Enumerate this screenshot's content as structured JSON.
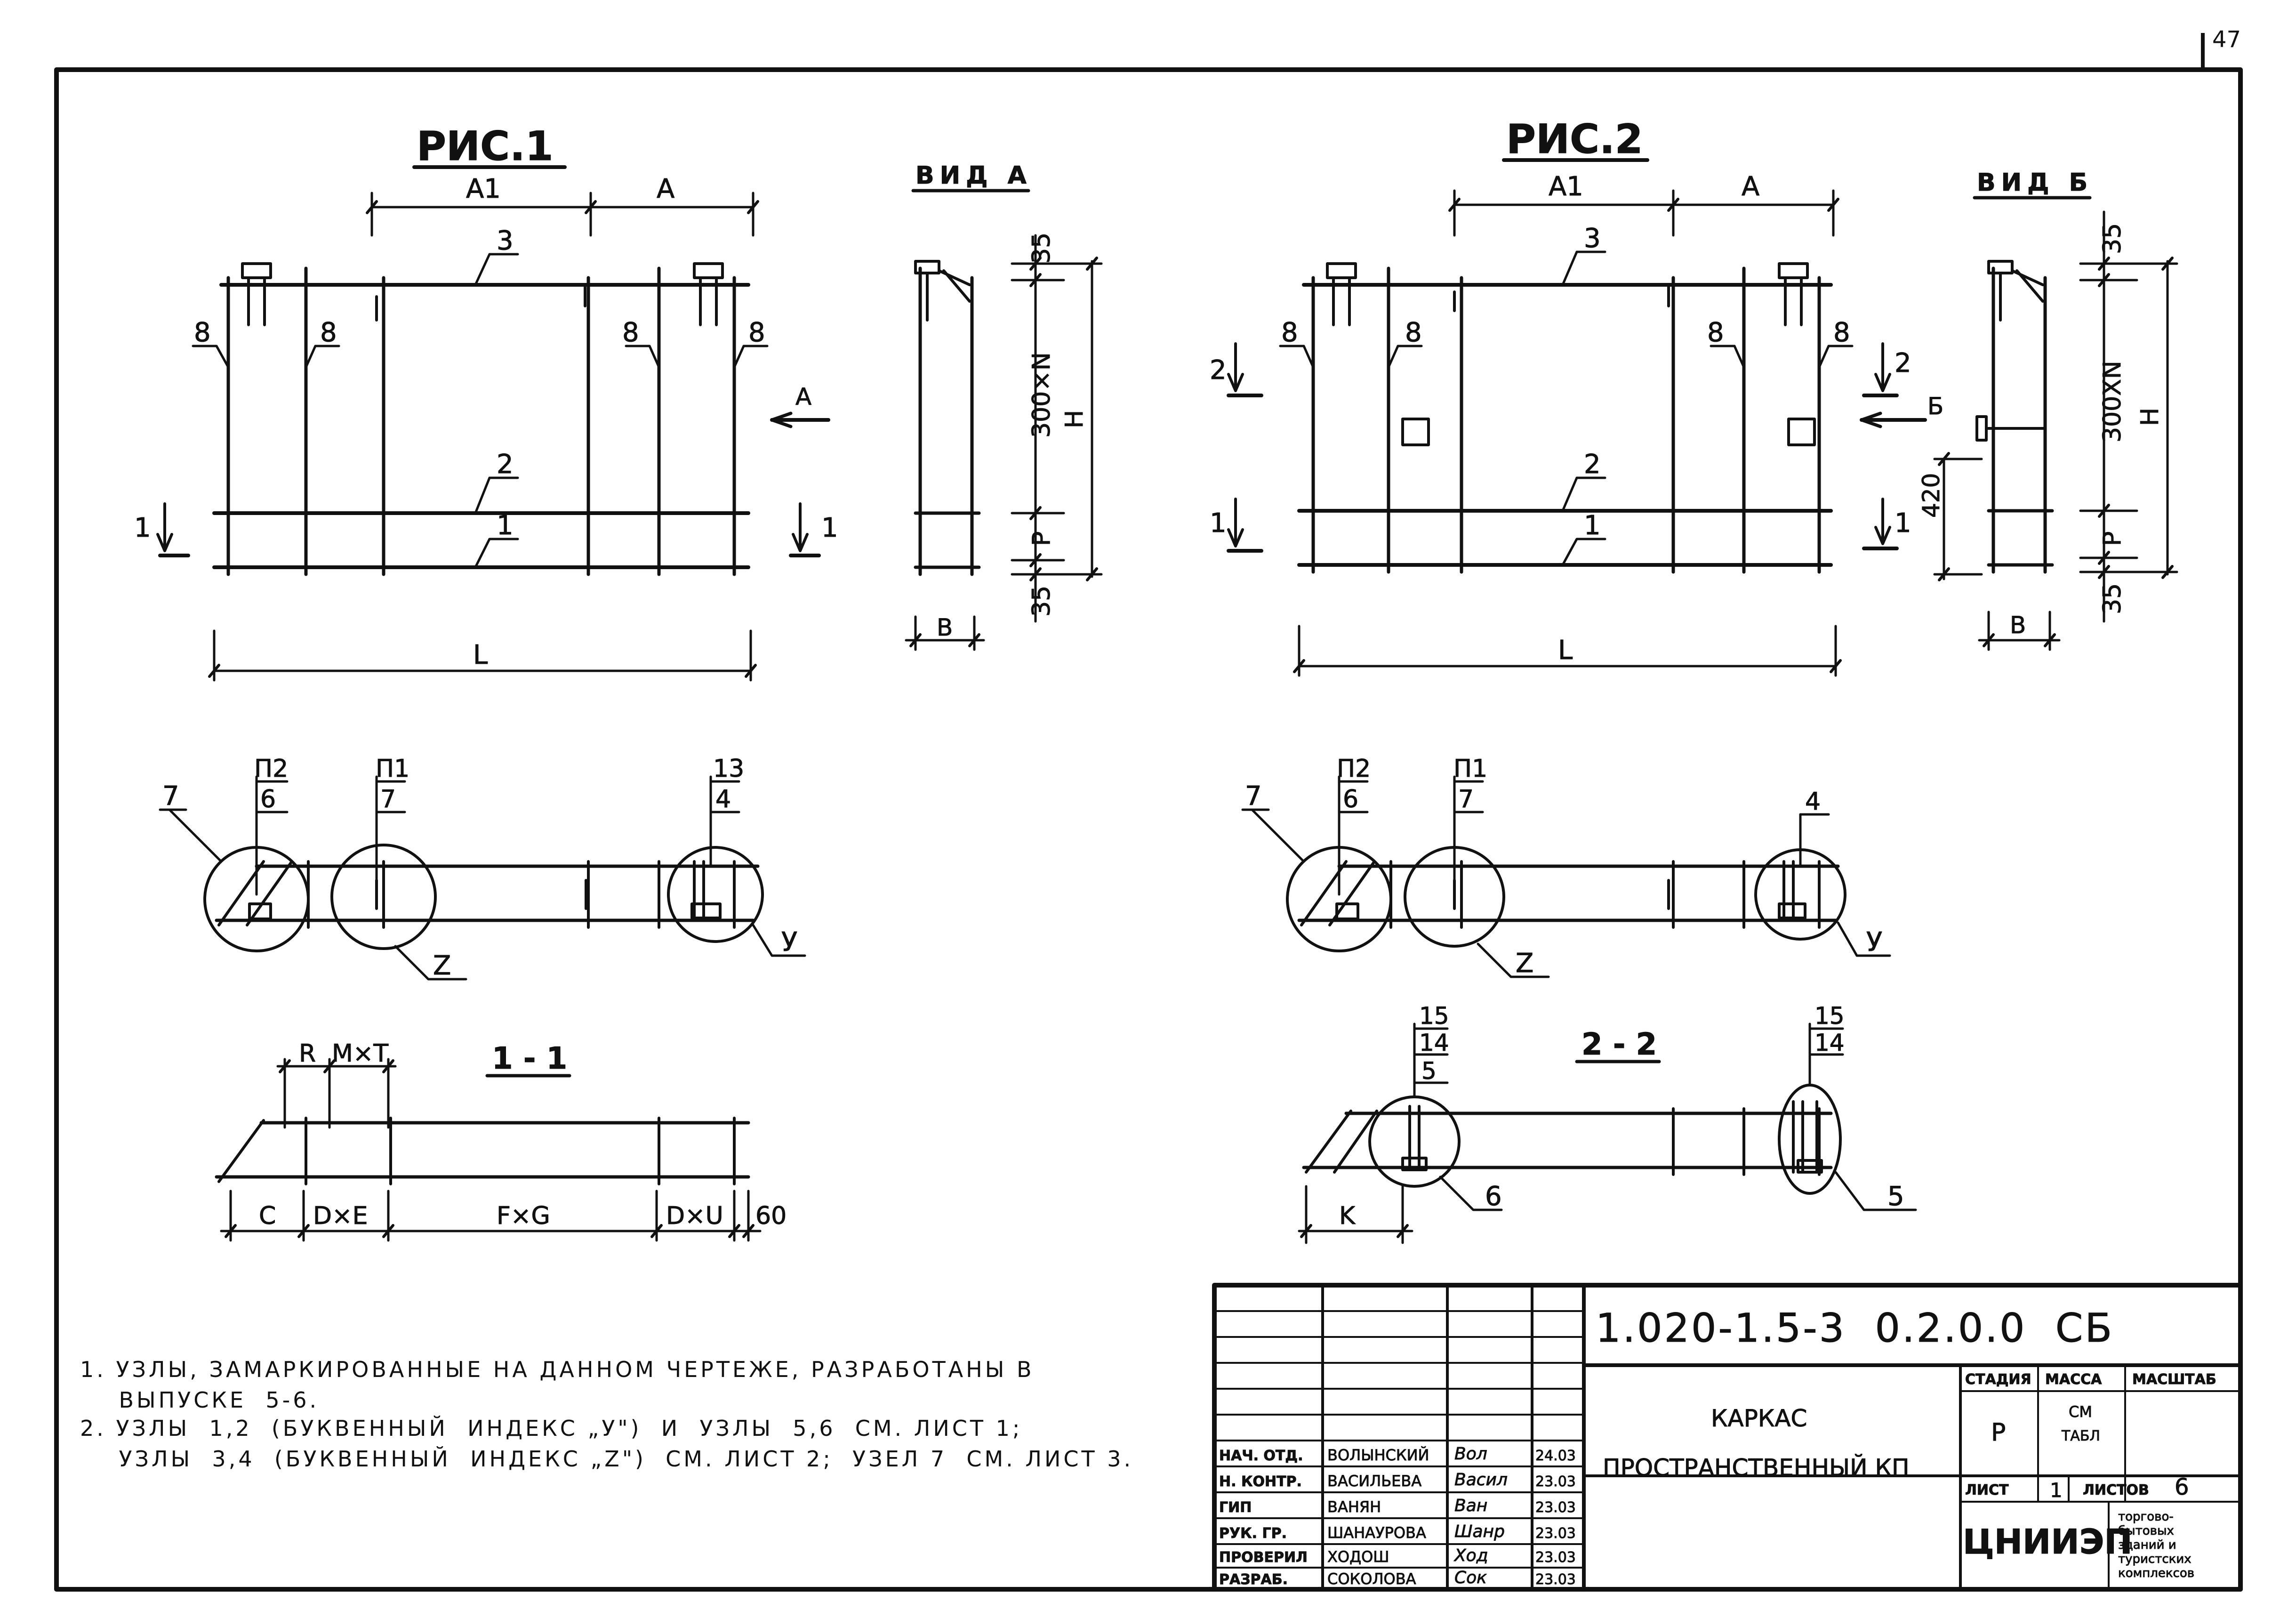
{
  "sheet_number": "47",
  "fig1": {
    "title": "РИС.1",
    "dims": {
      "a1": "А1",
      "a": "А",
      "l": "L",
      "h": "Н",
      "p": "Р",
      "n300": "300×N",
      "top35": "35",
      "bot35": "35",
      "b": "В"
    },
    "view_title": "ВИД А",
    "view_arrow": "А",
    "section_mark": "1",
    "pos": {
      "p1": "1",
      "p2": "2",
      "p3": "3",
      "p8": "8"
    }
  },
  "fig2": {
    "title": "РИС.2",
    "dims": {
      "a1": "А1",
      "a": "А",
      "l": "L",
      "h": "Н",
      "p": "Р",
      "n300": "300XN",
      "top35": "35",
      "bot35": "35",
      "b": "В",
      "d420": "420"
    },
    "view_title": "ВИД Б",
    "view_arrow": "Б",
    "section_mark1": "1",
    "section_mark2": "2",
    "pos": {
      "p1": "1",
      "p2": "2",
      "p3": "3",
      "p8": "8"
    }
  },
  "plan1": {
    "labels": {
      "p7": "7",
      "n_p2": "П2",
      "n_6": "6",
      "n_p1": "П1",
      "n_7": "7",
      "n_13": "13",
      "n_4": "4",
      "z": "Z",
      "u": "У"
    }
  },
  "plan2": {
    "labels": {
      "p7": "7",
      "n_p2": "П2",
      "n_6": "6",
      "n_p1": "П1",
      "n_7": "7",
      "n_4": "4",
      "z": "Z",
      "u": "У"
    }
  },
  "section11": {
    "title": "1 - 1",
    "top": {
      "r": "R",
      "mt": "M×T"
    },
    "bottom": {
      "c": "C",
      "de": "D×E",
      "fg": "F×G",
      "du": "D×U",
      "s60": "60"
    }
  },
  "section22": {
    "title": "2 - 2",
    "labels": {
      "n15a": "15",
      "n14a": "14",
      "n5a": "5",
      "n15b": "15",
      "n14b": "14",
      "k": "K",
      "n6": "6",
      "n5": "5"
    }
  },
  "notes": [
    "1. УЗЛЫ, ЗАМАРКИРОВАННЫЕ НА ДАННОМ ЧЕРТЕЖЕ, РАЗРАБОТАНЫ В",
    "    ВЫПУСКЕ  5-6.",
    "2. УЗЛЫ  1,2  (БУКВЕННЫЙ  ИНДЕКС „У\")  И  УЗЛЫ  5,6  СМ. ЛИСТ 1;",
    "    УЗЛЫ  3,4  (БУКВЕННЫЙ  ИНДЕКС „Z\")  СМ. ЛИСТ 2;  УЗЕЛ 7  СМ. ЛИСТ 3."
  ],
  "title_block": {
    "code": "1.020-1.5-3  0.2.0.0  СБ",
    "name1": "КАРКАС",
    "name2": "ПРОСТРАНСТВЕННЫЙ  КП",
    "stage_header": "СТАДИЯ",
    "mass_header": "МАССА",
    "scale_header": "МАСШТАБ",
    "stage": "Р",
    "mass1": "СМ",
    "mass2": "ТАБЛ",
    "sheet_label": "ЛИСТ",
    "sheet_value": "1",
    "sheets_label": "ЛИСТОВ",
    "sheets_value": "6",
    "org": "ЦНИИЭП",
    "org_sub": [
      "торгово-",
      "бытовых",
      "зданий и",
      "туристских",
      "комплексов"
    ],
    "people": [
      {
        "role": "НАЧ. ОТД.",
        "name": "ВОЛЫНСКИЙ",
        "sign": "Вол",
        "date": "24.03"
      },
      {
        "role": "Н. КОНТР.",
        "name": "ВАСИЛЬЕВА",
        "sign": "Васил",
        "date": "23.03"
      },
      {
        "role": "ГИП",
        "name": "ВАНЯН",
        "sign": "Ван",
        "date": "23.03"
      },
      {
        "role": "РУК. ГР.",
        "name": "ШАНАУРОВА",
        "sign": "Шанр",
        "date": "23.03"
      },
      {
        "role": "ПРОВЕРИЛ",
        "name": "ХОДОШ",
        "sign": "Ход",
        "date": "23.03"
      },
      {
        "role": "РАЗРАБ.",
        "name": "СОКОЛОВА",
        "sign": "Сок",
        "date": "23.03"
      }
    ]
  }
}
